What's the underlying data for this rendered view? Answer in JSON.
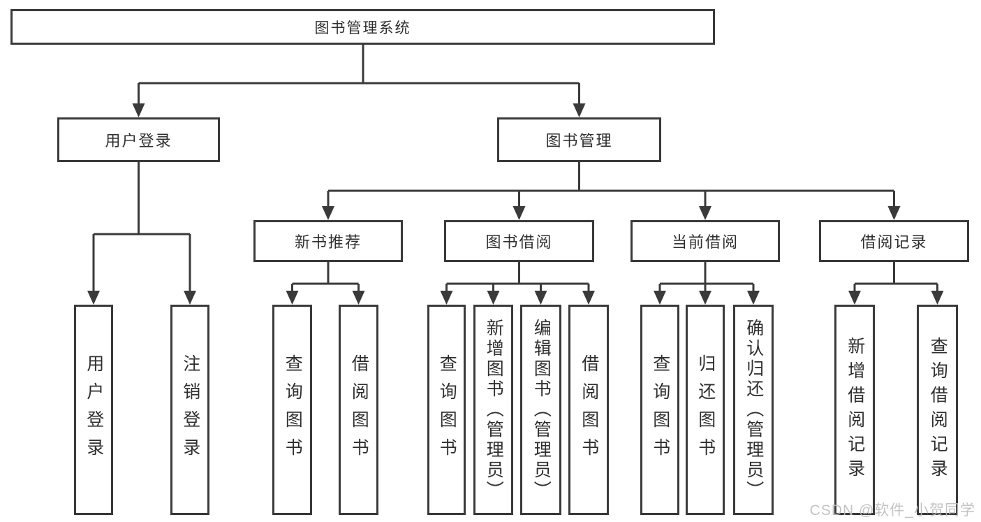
{
  "diagram": {
    "type": "hierarchy-tree",
    "line_color": "#3a3a3a",
    "box_border_color": "#3a3a3a",
    "box_fill": "#ffffff",
    "text_color": "#2f2f2f",
    "tree": {
      "label": "图书管理系统",
      "children": [
        {
          "label": "用户登录",
          "children": [
            {
              "label": "用户登录"
            },
            {
              "label": "注销登录"
            }
          ]
        },
        {
          "label": "图书管理",
          "children": [
            {
              "label": "新书推荐",
              "children": [
                {
                  "label": "查询图书"
                },
                {
                  "label": "借阅图书"
                }
              ]
            },
            {
              "label": "图书借阅",
              "children": [
                {
                  "label": "查询图书"
                },
                {
                  "label": "新增图书（管理员）"
                },
                {
                  "label": "编辑图书（管理员）"
                },
                {
                  "label": "借阅图书"
                }
              ]
            },
            {
              "label": "当前借阅",
              "children": [
                {
                  "label": "查询图书"
                },
                {
                  "label": "归还图书"
                },
                {
                  "label": "确认归还（管理员）"
                }
              ]
            },
            {
              "label": "借阅记录",
              "children": [
                {
                  "label": "新增借阅记录"
                },
                {
                  "label": "查询借阅记录"
                }
              ]
            }
          ]
        }
      ]
    }
  },
  "watermark": {
    "text": "CSDN @软件_小贺同学",
    "color": "#bebebe"
  }
}
